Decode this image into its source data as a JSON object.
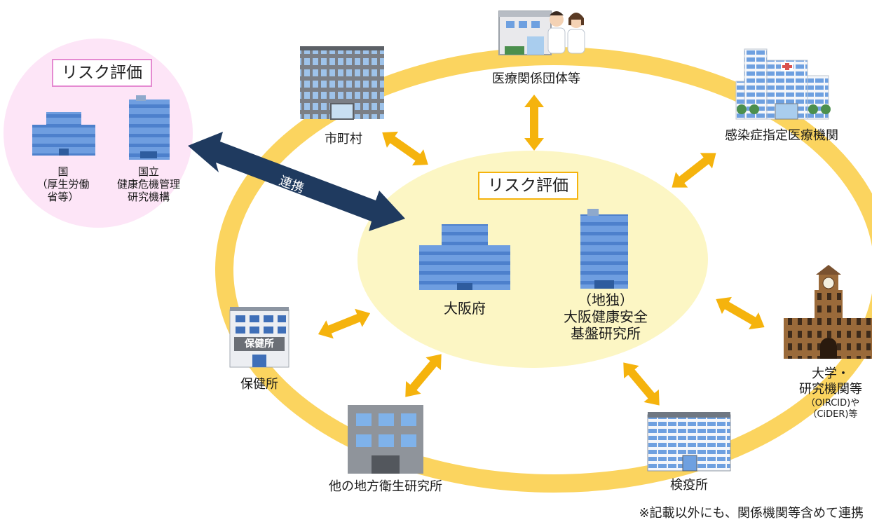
{
  "left_panel": {
    "risk_title": "リスク評価",
    "kuni_lines": [
      "国",
      "（厚生労働",
      "省等）"
    ],
    "niid_lines": [
      "国立",
      "健康危機管理",
      "研究機構"
    ]
  },
  "link_arrow_label": "連携",
  "center": {
    "risk_title": "リスク評価",
    "osaka_pref": "大阪府",
    "institute_lines": [
      "（地独）",
      "大阪健康安全",
      "基盤研究所"
    ]
  },
  "nodes": {
    "municipality": "市町村",
    "medical_org": "医療関係団体等",
    "infectious_hospital": "感染症指定医療機関",
    "university_lines": [
      "大学・",
      "研究機関等"
    ],
    "university_note_lines": [
      "（OIRCID)や",
      "（CiDER)等"
    ],
    "quarantine": "検疫所",
    "other_labs": "他の地方衛生研究所",
    "health_center": "保健所",
    "health_center_sign": "保健所"
  },
  "footnote": "※記載以外にも、関係機関等含めて連携",
  "colors": {
    "ring": "#fbd45f",
    "ellipse": "#fcf6c4",
    "pink": "#fde5f7",
    "arrow": "#f5b30d",
    "link_arrow": "#1f3a5f",
    "building_blue": "#5b8fd8"
  }
}
